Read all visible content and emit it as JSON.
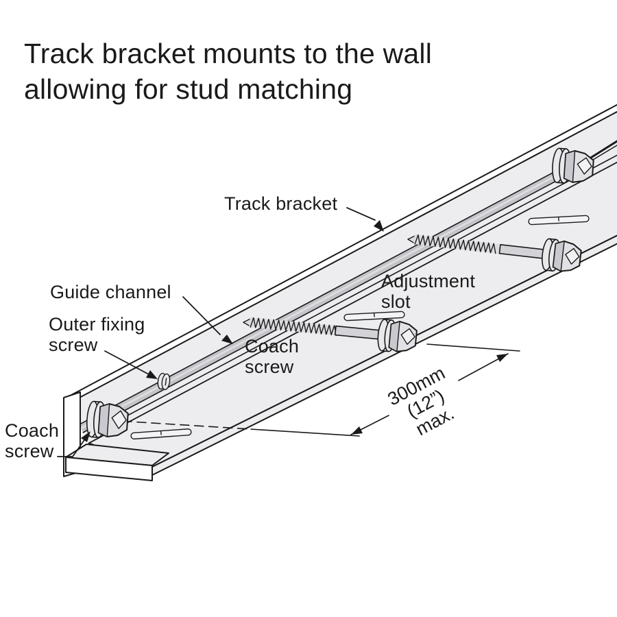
{
  "title": {
    "text": "Track bracket mounts to the wall\nallowing for stud matching"
  },
  "labels": {
    "track_bracket": "Track bracket",
    "guide_channel": "Guide channel",
    "outer_fixing_screw": "Outer fixing\nscrew",
    "coach_screw_left": "Coach\nscrew",
    "coach_screw_middle": "Coach\nscrew",
    "adjustment_slot": "Adjustment\nslot"
  },
  "dimension": {
    "text": "300mm\n(12”)\nmax."
  },
  "colors": {
    "ink": "#1a1a1a",
    "face": "#ededef",
    "channel": "#c4c4c8",
    "shank": "#d3d3d7",
    "thread": "#dcdce0",
    "washer": "#e9e9eb",
    "head_dark": "#c9c9cf",
    "head_light": "#e2e2e6",
    "head_ridge": "#f2f2f4",
    "slot": "#f3f3f5"
  }
}
